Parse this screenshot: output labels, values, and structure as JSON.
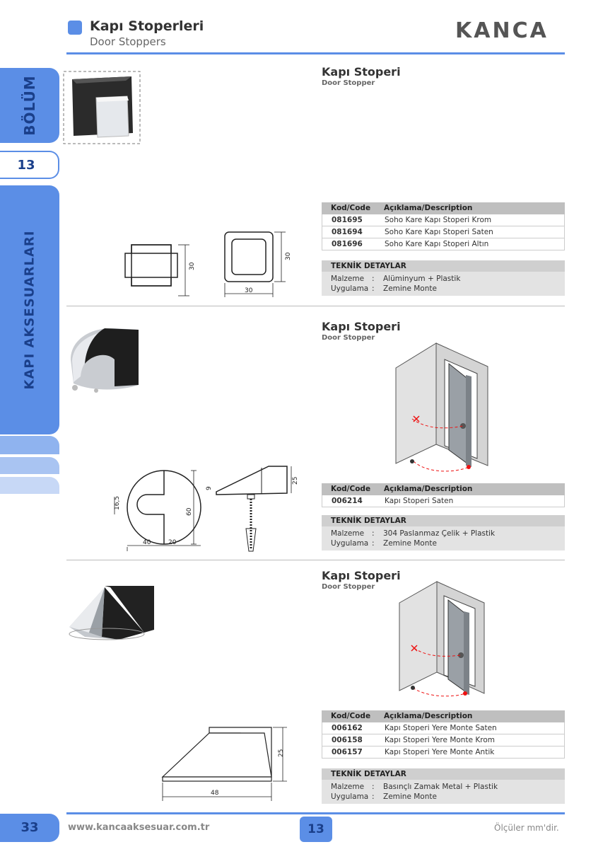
{
  "header": {
    "title": "Kapı Stoperleri",
    "subtitle": "Door Stoppers",
    "brand": "KANCA"
  },
  "sidebar": {
    "section_label": "BÖLÜM",
    "section_number": "13",
    "category": "KAPI AKSESUARLARI"
  },
  "products": [
    {
      "title": "Kapı Stoperi",
      "subtitle": "Door Stopper",
      "table_headers": [
        "Kod/Code",
        "Açıklama/Description"
      ],
      "rows": [
        {
          "code": "081695",
          "desc": "Soho Kare Kapı Stoperi Krom"
        },
        {
          "code": "081694",
          "desc": "Soho Kare Kapı Stoperi Saten"
        },
        {
          "code": "081696",
          "desc": "Soho Kare Kapı Stoperi Altın"
        }
      ],
      "tech_title": "TEKNİK DETAYLAR",
      "tech": [
        {
          "key": "Malzeme",
          "value": "Alüminyum + Plastik"
        },
        {
          "key": "Uygulama",
          "value": "Zemine Monte"
        }
      ],
      "dims": [
        "30",
        "30",
        "30"
      ]
    },
    {
      "title": "Kapı Stoperi",
      "subtitle": "Door Stopper",
      "table_headers": [
        "Kod/Code",
        "Açıklama/Description"
      ],
      "rows": [
        {
          "code": "006214",
          "desc": "Kapı Stoperi Saten"
        }
      ],
      "tech_title": "TEKNİK DETAYLAR",
      "tech": [
        {
          "key": "Malzeme",
          "value": "304 Paslanmaz Çelik + Plastik"
        },
        {
          "key": "Uygulama",
          "value": "Zemine Monte"
        }
      ],
      "dims": [
        "16,5",
        "60",
        "40",
        "20",
        "9",
        "25"
      ]
    },
    {
      "title": "Kapı Stoperi",
      "subtitle": "Door Stopper",
      "table_headers": [
        "Kod/Code",
        "Açıklama/Description"
      ],
      "rows": [
        {
          "code": "006162",
          "desc": "Kapı Stoperi Yere Monte Saten"
        },
        {
          "code": "006158",
          "desc": "Kapı Stoperi Yere Monte Krom"
        },
        {
          "code": "006157",
          "desc": "Kapı Stoperi Yere Monte Antik"
        }
      ],
      "tech_title": "TEKNİK DETAYLAR",
      "tech": [
        {
          "key": "Malzeme",
          "value": "Basınçlı Zamak Metal + Plastik"
        },
        {
          "key": "Uygulama",
          "value": "Zemine Monte"
        }
      ],
      "dims": [
        "25",
        "48"
      ]
    }
  ],
  "footer": {
    "page_number": "33",
    "url": "www.kancaaksesuar.com.tr",
    "section_number": "13",
    "note": "Ölçüler mm'dir."
  },
  "colors": {
    "accent": "#5b8ee6",
    "sidebar_text": "#1a3f8a",
    "table_header": "#bfbfbf",
    "tech_bg": "#e3e3e3"
  }
}
